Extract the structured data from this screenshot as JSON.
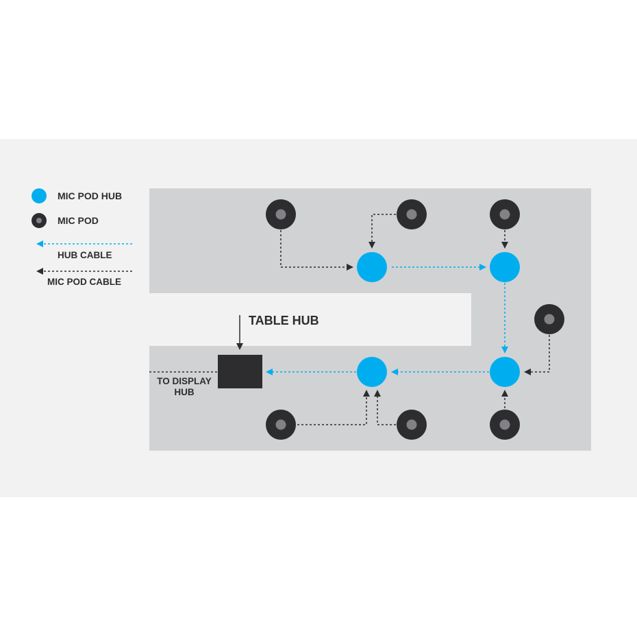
{
  "legend": {
    "hub_label": "MIC POD HUB",
    "pod_label": "MIC POD",
    "hub_cable_label": "HUB CABLE",
    "pod_cable_label": "MIC POD CABLE"
  },
  "diagram": {
    "table_hub_label": "TABLE HUB",
    "to_display_line1": "TO DISPLAY",
    "to_display_line2": "HUB"
  },
  "colors": {
    "hub": "#00aeef",
    "pod": "#2d2d2f",
    "pod_center": "#808285",
    "table": "#d1d2d4",
    "background": "#f2f2f2"
  }
}
